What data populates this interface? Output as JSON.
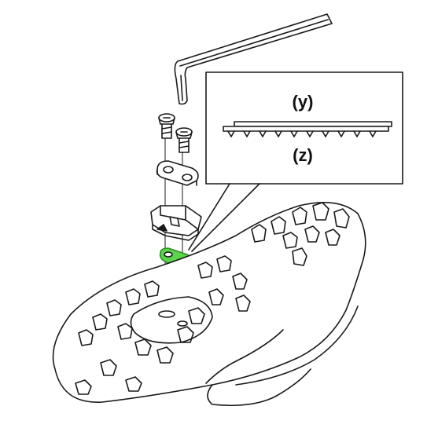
{
  "diagram": {
    "callout": {
      "label_top": "(y)",
      "label_bottom": "(z)"
    },
    "colors": {
      "outline": "#1a1a1a",
      "highlight": "#5bd64a",
      "background": "#ffffff"
    },
    "parts": [
      "hex-key",
      "screw",
      "washer-plate",
      "cleat",
      "shim",
      "shoe-sole"
    ]
  }
}
